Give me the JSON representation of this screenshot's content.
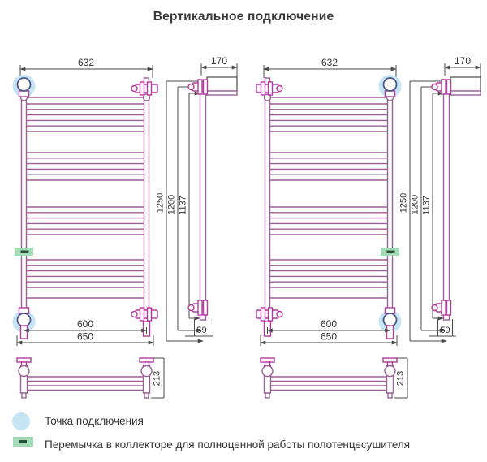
{
  "title": "Вертикальное подключение",
  "diagrams": [
    {
      "dims": {
        "top_width": "632",
        "wall_offset": "170",
        "height_overall": "1250",
        "height_mid": "1200",
        "height_inner": "1137",
        "axes_width": "600",
        "overall_width": "650",
        "valve_offset": "59",
        "depth": "213"
      }
    },
    {
      "dims": {
        "top_width": "632",
        "wall_offset": "170",
        "height_overall": "1250",
        "height_mid": "1200",
        "height_inner": "1137",
        "axes_width": "600",
        "overall_width": "650",
        "valve_offset": "59",
        "depth": "213"
      }
    }
  ],
  "legend": {
    "items": [
      {
        "icon": "connection-point-circle",
        "label": "Точка подключения"
      },
      {
        "icon": "jumper-green-swatch",
        "label": "Перемычка в коллекторе для полноценной работы полотенцесушителя"
      }
    ]
  },
  "colors": {
    "pipe": "#9a5f96",
    "fitting": "#b23a9e",
    "connection_halo": "#c5e4f4",
    "jumper": "#a5dcb8",
    "jumper_dash": "#26523a",
    "dimension": "#4a4a4a",
    "text": "#333333"
  }
}
